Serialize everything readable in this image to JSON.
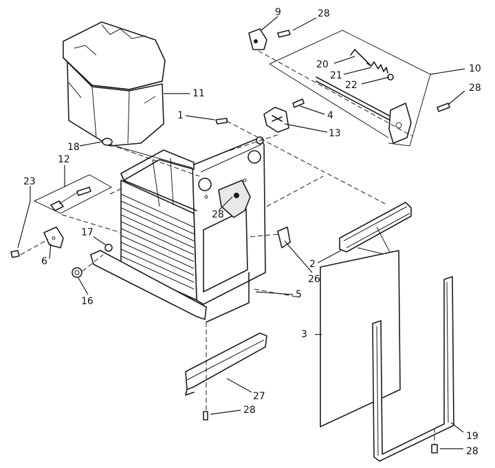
{
  "callouts": [
    {
      "id": "9",
      "text": "9"
    },
    {
      "id": "28a",
      "text": "28"
    },
    {
      "id": "10",
      "text": "10"
    },
    {
      "id": "20",
      "text": "20"
    },
    {
      "id": "21",
      "text": "21"
    },
    {
      "id": "22",
      "text": "22"
    },
    {
      "id": "28b",
      "text": "28"
    },
    {
      "id": "11",
      "text": "11"
    },
    {
      "id": "1",
      "text": "1"
    },
    {
      "id": "4",
      "text": "4"
    },
    {
      "id": "13",
      "text": "13"
    },
    {
      "id": "18",
      "text": "18"
    },
    {
      "id": "12",
      "text": "12"
    },
    {
      "id": "23",
      "text": "23"
    },
    {
      "id": "28c",
      "text": "28"
    },
    {
      "id": "17",
      "text": "17"
    },
    {
      "id": "6",
      "text": "6"
    },
    {
      "id": "16",
      "text": "16"
    },
    {
      "id": "2",
      "text": "2"
    },
    {
      "id": "26",
      "text": "26"
    },
    {
      "id": "5",
      "text": "5"
    },
    {
      "id": "3",
      "text": "3"
    },
    {
      "id": "27",
      "text": "27"
    },
    {
      "id": "28d",
      "text": "28"
    },
    {
      "id": "19",
      "text": "19"
    },
    {
      "id": "28e",
      "text": "28"
    }
  ]
}
